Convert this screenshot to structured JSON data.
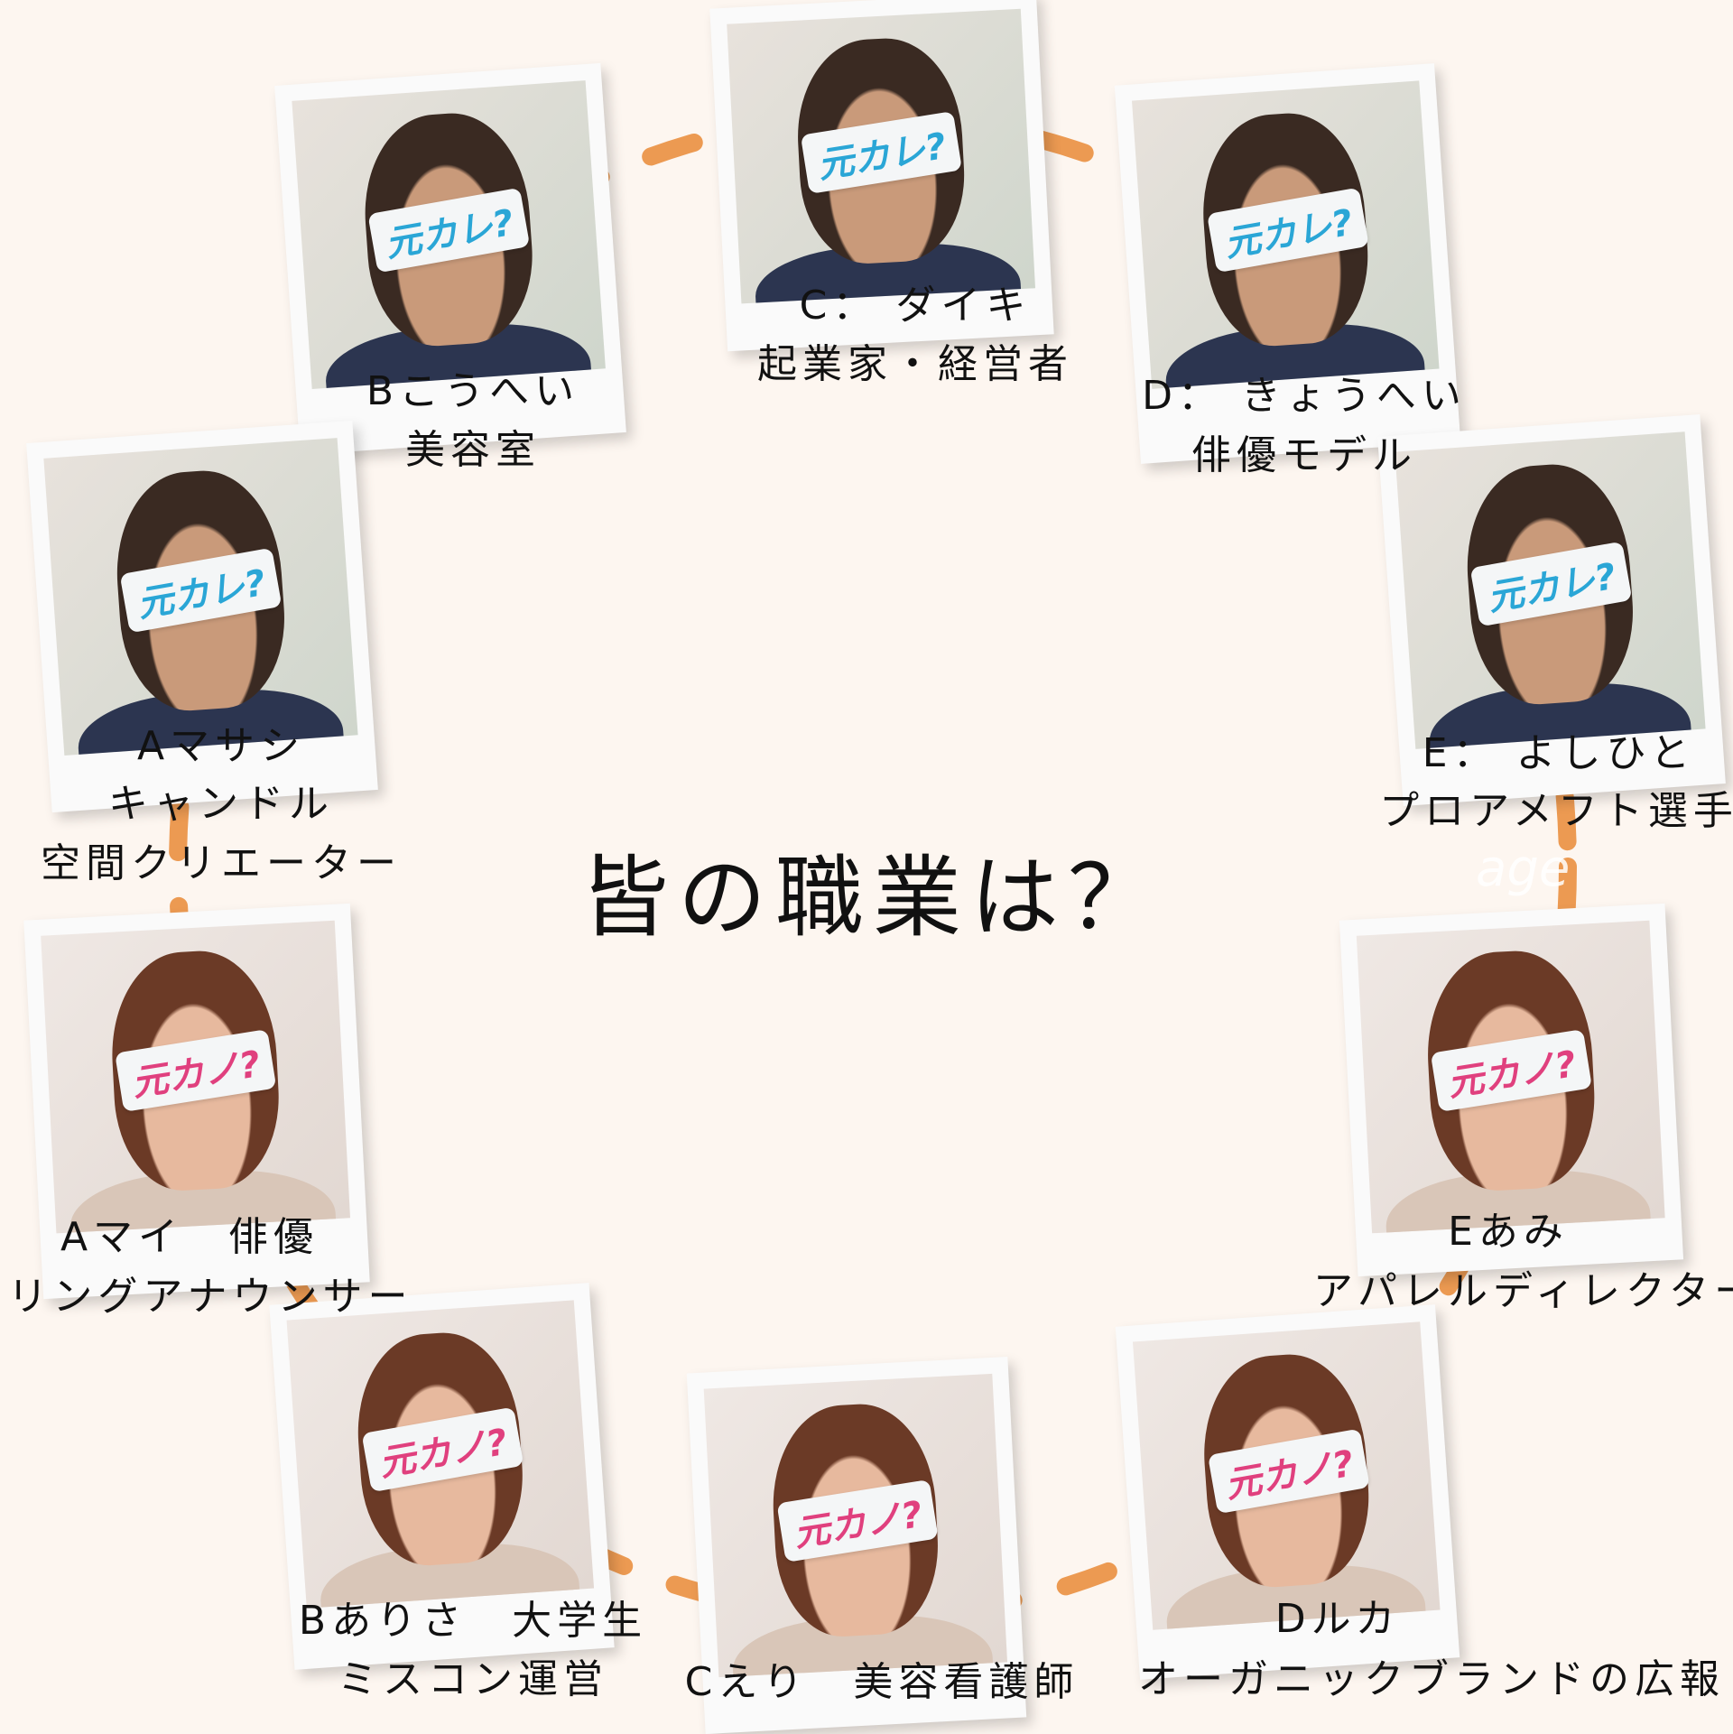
{
  "title": "皆の職業は？",
  "watermark": "age",
  "colors": {
    "ring": "#ec9a52",
    "background": "#fdf6f0",
    "sticker_male": "#2aa6d6",
    "sticker_female": "#e0407e"
  },
  "cards": [
    {
      "id": "c-daiki",
      "sticker": "元カレ?",
      "name": "C： ダイキ",
      "job": "起業家・経営者",
      "gender": "male"
    },
    {
      "id": "b-kouhei",
      "sticker": "元カレ?",
      "name": "Bこうへい",
      "job": "美容室",
      "gender": "male"
    },
    {
      "id": "d-kyouhei",
      "sticker": "元カレ?",
      "name": "D： きょうへい",
      "job": "俳優モデル",
      "gender": "male"
    },
    {
      "id": "a-masashi",
      "sticker": "元カレ?",
      "name": "Aマサシ",
      "job": "キャンドル",
      "job2": "空間クリエーター",
      "gender": "male"
    },
    {
      "id": "e-yoshihito",
      "sticker": "元カレ?",
      "name": "E： よしひと",
      "job": "プロアメフト選手",
      "gender": "male"
    },
    {
      "id": "a-mai",
      "sticker": "元カノ?",
      "name": "Aマイ　俳優",
      "job": "リングアナウンサー",
      "gender": "female"
    },
    {
      "id": "e-ami",
      "sticker": "元カノ?",
      "name": "Eあみ",
      "job": "アパレルディレクター",
      "gender": "female"
    },
    {
      "id": "b-arisa",
      "sticker": "元カノ?",
      "name": "Bありさ　大学生",
      "job": "ミスコン運営",
      "gender": "female"
    },
    {
      "id": "c-eri",
      "sticker": "元カノ?",
      "name": "Cえり　美容看護師",
      "job": "",
      "gender": "female"
    },
    {
      "id": "d-ruka",
      "sticker": "元カノ?",
      "name": "Dルカ",
      "job": "オーガニックブランドの広報",
      "gender": "female"
    }
  ]
}
